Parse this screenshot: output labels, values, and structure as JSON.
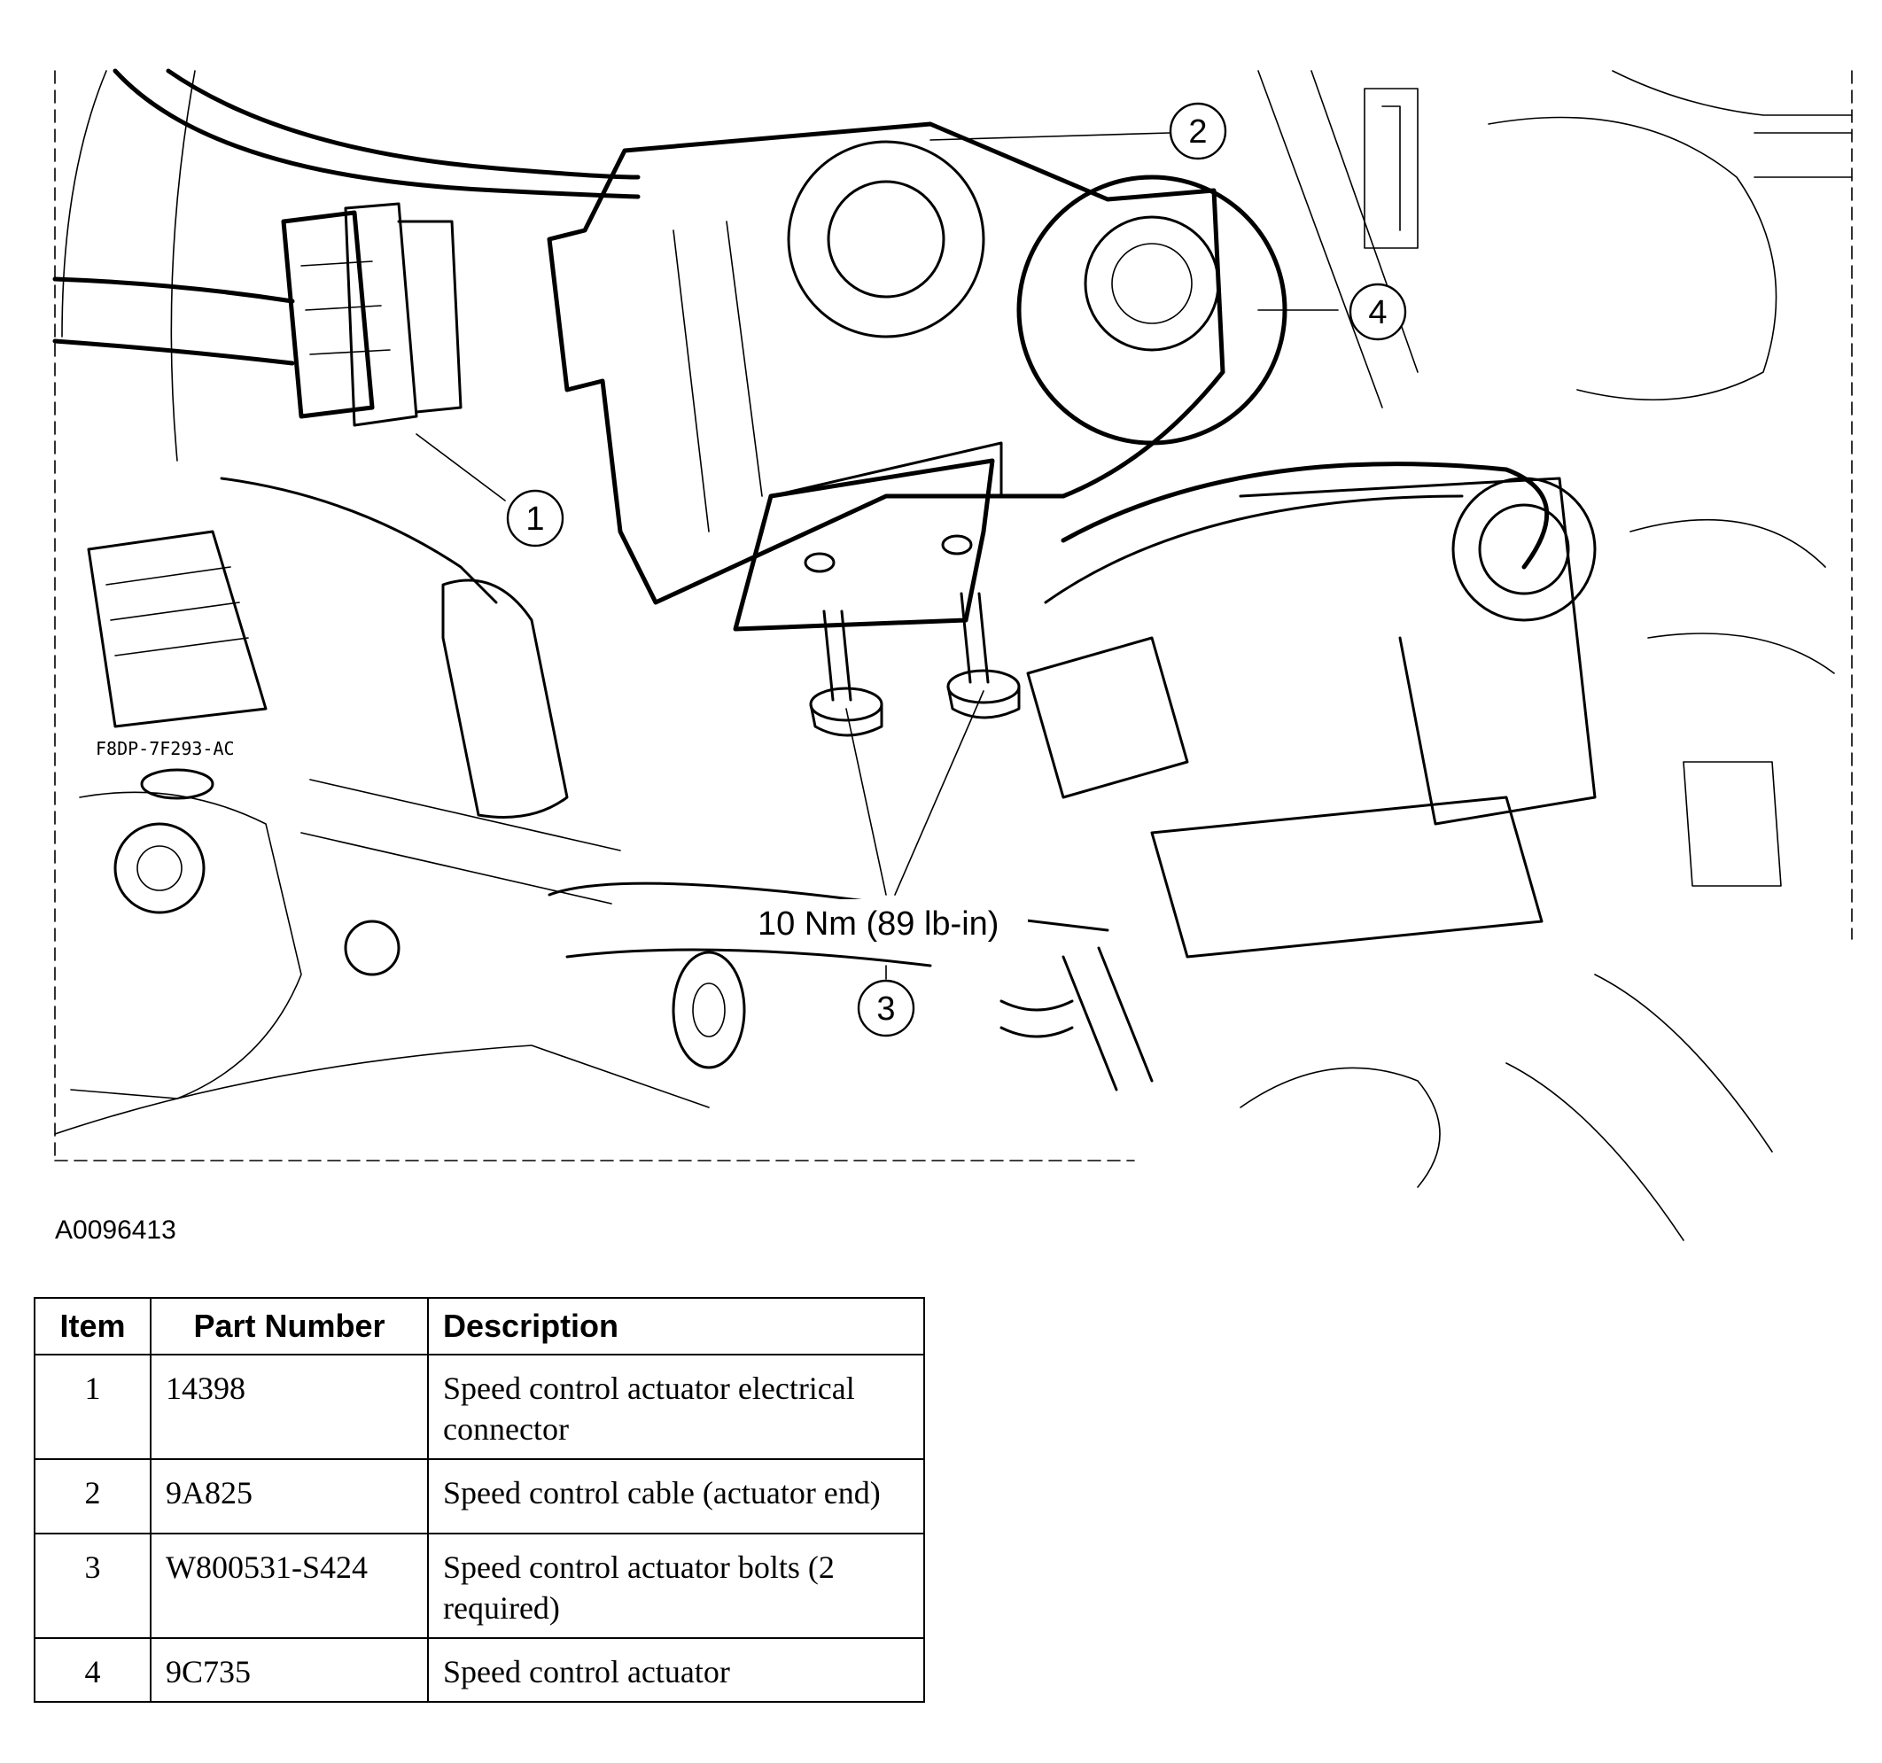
{
  "figure": {
    "id": "A0096413",
    "torque_label": "10 Nm (89 lb-in)",
    "stamp_text": "F8DP-7F293-AC",
    "callouts": [
      "1",
      "2",
      "3",
      "4"
    ]
  },
  "table": {
    "headers": {
      "item": "Item",
      "part_number": "Part Number",
      "description": "Description"
    },
    "rows": [
      {
        "item": "1",
        "part_number": "14398",
        "description": "Speed control actuator electrical connector"
      },
      {
        "item": "2",
        "part_number": "9A825",
        "description": "Speed control cable (actuator end)"
      },
      {
        "item": "3",
        "part_number": "W800531-S424",
        "description": "Speed control actuator bolts (2 required)"
      },
      {
        "item": "4",
        "part_number": "9C735",
        "description": "Speed control actuator"
      }
    ]
  }
}
